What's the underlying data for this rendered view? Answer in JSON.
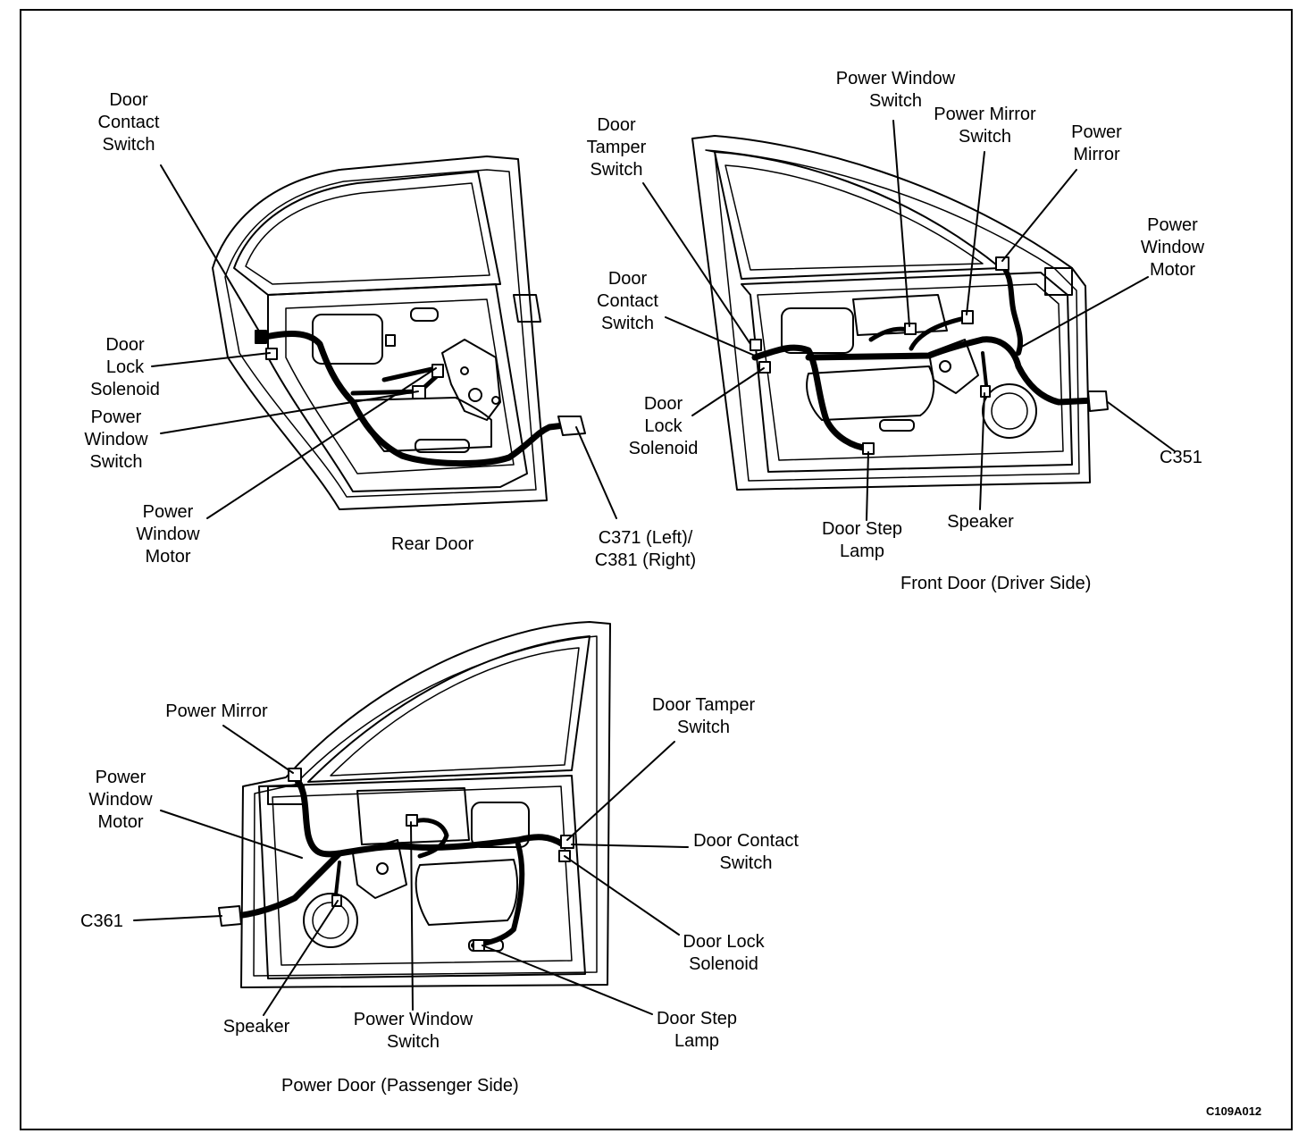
{
  "views": {
    "rear": {
      "title": "Rear Door",
      "labels": {
        "door_contact_switch": "Door\nContact\nSwitch",
        "door_lock_solenoid": "Door\nLock\nSolenoid",
        "power_window_switch": "Power\nWindow\nSwitch",
        "power_window_motor": "Power\nWindow\nMotor",
        "connector": "C371 (Left)/\nC381 (Right)"
      }
    },
    "front_driver": {
      "title": "Front Door (Driver Side)",
      "labels": {
        "power_window_switch": "Power Window\nSwitch",
        "power_mirror_switch": "Power Mirror\nSwitch",
        "power_mirror": "Power\nMirror",
        "door_tamper_switch": "Door\nTamper\nSwitch",
        "power_window_motor": "Power\nWindow\nMotor",
        "door_contact_switch": "Door\nContact\nSwitch",
        "door_lock_solenoid": "Door\nLock\nSolenoid",
        "connector": "C351",
        "door_step_lamp": "Door Step\nLamp",
        "speaker": "Speaker"
      }
    },
    "passenger": {
      "title": "Power Door (Passenger Side)",
      "labels": {
        "power_mirror": "Power Mirror",
        "door_tamper_switch": "Door Tamper\nSwitch",
        "power_window_motor": "Power\nWindow\nMotor",
        "door_contact_switch": "Door Contact\nSwitch",
        "connector": "C361",
        "door_lock_solenoid": "Door Lock\nSolenoid",
        "speaker": "Speaker",
        "power_window_switch": "Power Window\nSwitch",
        "door_step_lamp": "Door Step\nLamp"
      }
    }
  },
  "figure_code": "C109A012"
}
